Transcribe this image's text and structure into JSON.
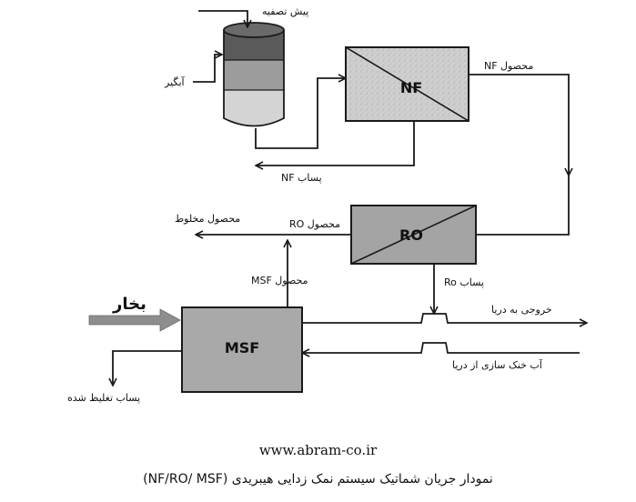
{
  "diagram": {
    "units": {
      "nf": "NF",
      "ro": "RO",
      "msf": "MSF"
    },
    "labels": {
      "pretreatment": "پیش تصفیه",
      "intake": "آبگیر",
      "nf_product": "محصول NF",
      "nf_reject": "پساب NF",
      "mixed_product": "محصول مخلوط",
      "ro_product": "محصول RO",
      "msf_product": "محصول MSF",
      "ro_reject": "پساب Ro",
      "steam": "بخار",
      "sea_outlet": "خروجی به دریا",
      "sea_cooling": "آب خنک سازی از دریا",
      "concentrated_reject": "پساب تغلیظ شده"
    }
  },
  "footer": {
    "website": "www.abram-co.ir",
    "caption": "نمودار جریان شماتیک سیستم نمک زدایی هیبریدی (NF/RO/ MSF)"
  },
  "colors": {
    "line": "#1a1a1a",
    "tank_top": "#5a5a5a",
    "tank_mid": "#9c9c9c",
    "tank_bottom": "#d4d4d4",
    "nf_fill": "#cfcfcf",
    "ro_fill": "#a4a4a4",
    "msf_fill": "#a9a9a9",
    "steam_arrow": "#8e8e8e"
  }
}
